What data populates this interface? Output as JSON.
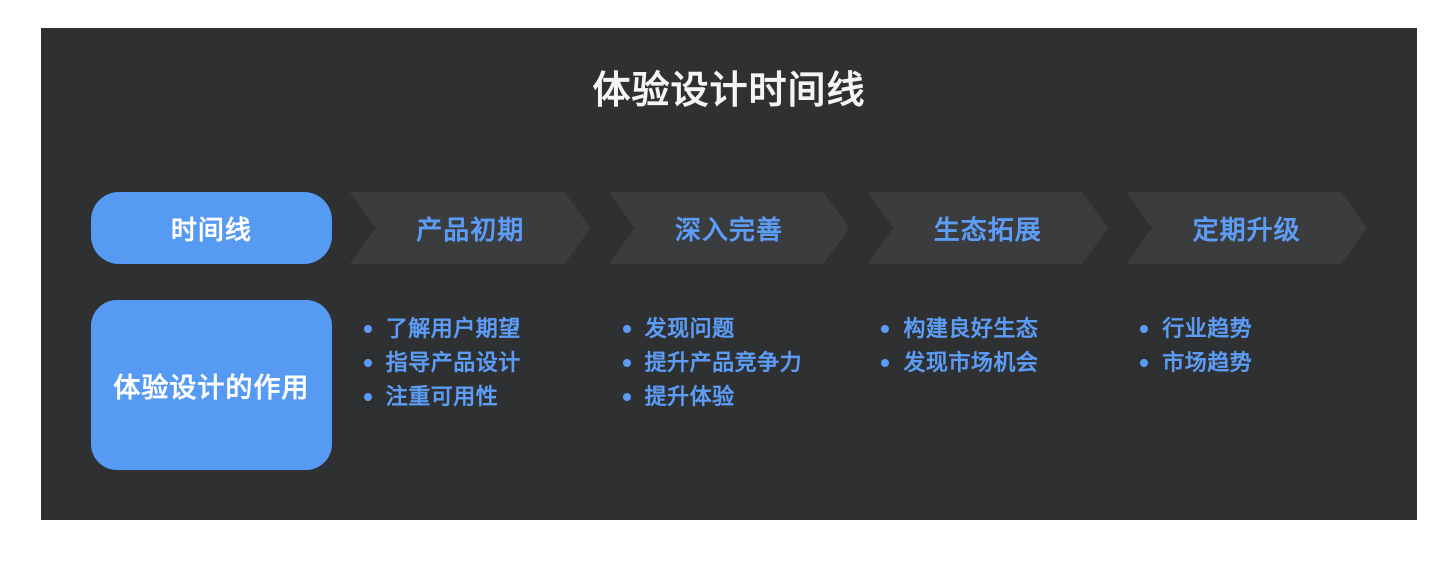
{
  "title": "体验设计时间线",
  "colors": {
    "panel_bg": "#2f3032",
    "chevron_bg": "#3b3c3e",
    "accent_blue": "#579af4",
    "blue_text": "#5c9cf5",
    "white_text": "#f4f5f7"
  },
  "stages": [
    {
      "label": "时间线"
    },
    {
      "label": "产品初期"
    },
    {
      "label": "深入完善"
    },
    {
      "label": "生态拓展"
    },
    {
      "label": "定期升级"
    }
  ],
  "role_box": {
    "label": "体验设计的作用"
  },
  "columns": [
    {
      "stage": "产品初期",
      "items": [
        "了解用户期望",
        "指导产品设计",
        "注重可用性"
      ]
    },
    {
      "stage": "深入完善",
      "items": [
        "发现问题",
        "提升产品竞争力",
        "提升体验"
      ]
    },
    {
      "stage": "生态拓展",
      "items": [
        "构建良好生态",
        "发现市场机会"
      ]
    },
    {
      "stage": "定期升级",
      "items": [
        "行业趋势",
        "市场趋势"
      ]
    }
  ]
}
